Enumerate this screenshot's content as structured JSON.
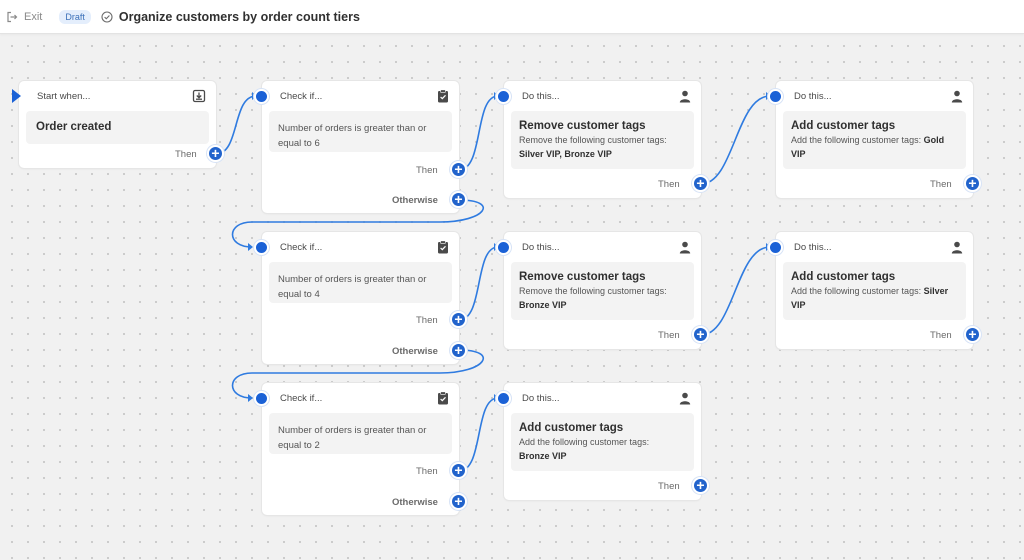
{
  "topbar": {
    "exit_label": "Exit",
    "status_badge": "Draft",
    "workflow_title": "Organize customers by order count tiers"
  },
  "trigger": {
    "header": "Start when...",
    "body": "Order created",
    "then_label": "Then",
    "icon": "download-icon"
  },
  "conditions": [
    {
      "header": "Check if...",
      "text": "Number of orders is greater than or equal to 6",
      "then_label": "Then",
      "otherwise_label": "Otherwise",
      "icon": "clipboard-check-icon"
    },
    {
      "header": "Check if...",
      "text": "Number of orders is greater than or equal to 4",
      "then_label": "Then",
      "otherwise_label": "Otherwise",
      "icon": "clipboard-check-icon"
    },
    {
      "header": "Check if...",
      "text": "Number of orders is greater than or equal to 2",
      "then_label": "Then",
      "otherwise_label": "Otherwise",
      "icon": "clipboard-check-icon"
    }
  ],
  "actions": [
    {
      "header": "Do this...",
      "title": "Remove customer tags",
      "desc": "Remove the following customer tags:",
      "tags": "Silver VIP, Bronze VIP",
      "then_label": "Then",
      "icon": "person-icon"
    },
    {
      "header": "Do this...",
      "title": "Add customer tags",
      "desc": "Add the following customer tags:",
      "tags": "Gold VIP",
      "then_label": "Then",
      "icon": "person-icon"
    },
    {
      "header": "Do this...",
      "title": "Remove customer tags",
      "desc": "Remove the following customer tags:",
      "tags": "Bronze VIP",
      "then_label": "Then",
      "icon": "person-icon"
    },
    {
      "header": "Do this...",
      "title": "Add customer tags",
      "desc": "Add the following customer tags:",
      "tags": "Silver VIP",
      "then_label": "Then",
      "icon": "person-icon"
    },
    {
      "header": "Do this...",
      "title": "Add customer tags",
      "desc": "Add the following customer tags:",
      "tags": "Bronze VIP",
      "then_label": "Then",
      "icon": "person-icon"
    }
  ],
  "plus_glyph": "+",
  "colors": {
    "accent": "#1a61d6",
    "canvas": "#f1f1f1",
    "card": "#ffffff",
    "card_body": "#f3f3f3"
  }
}
